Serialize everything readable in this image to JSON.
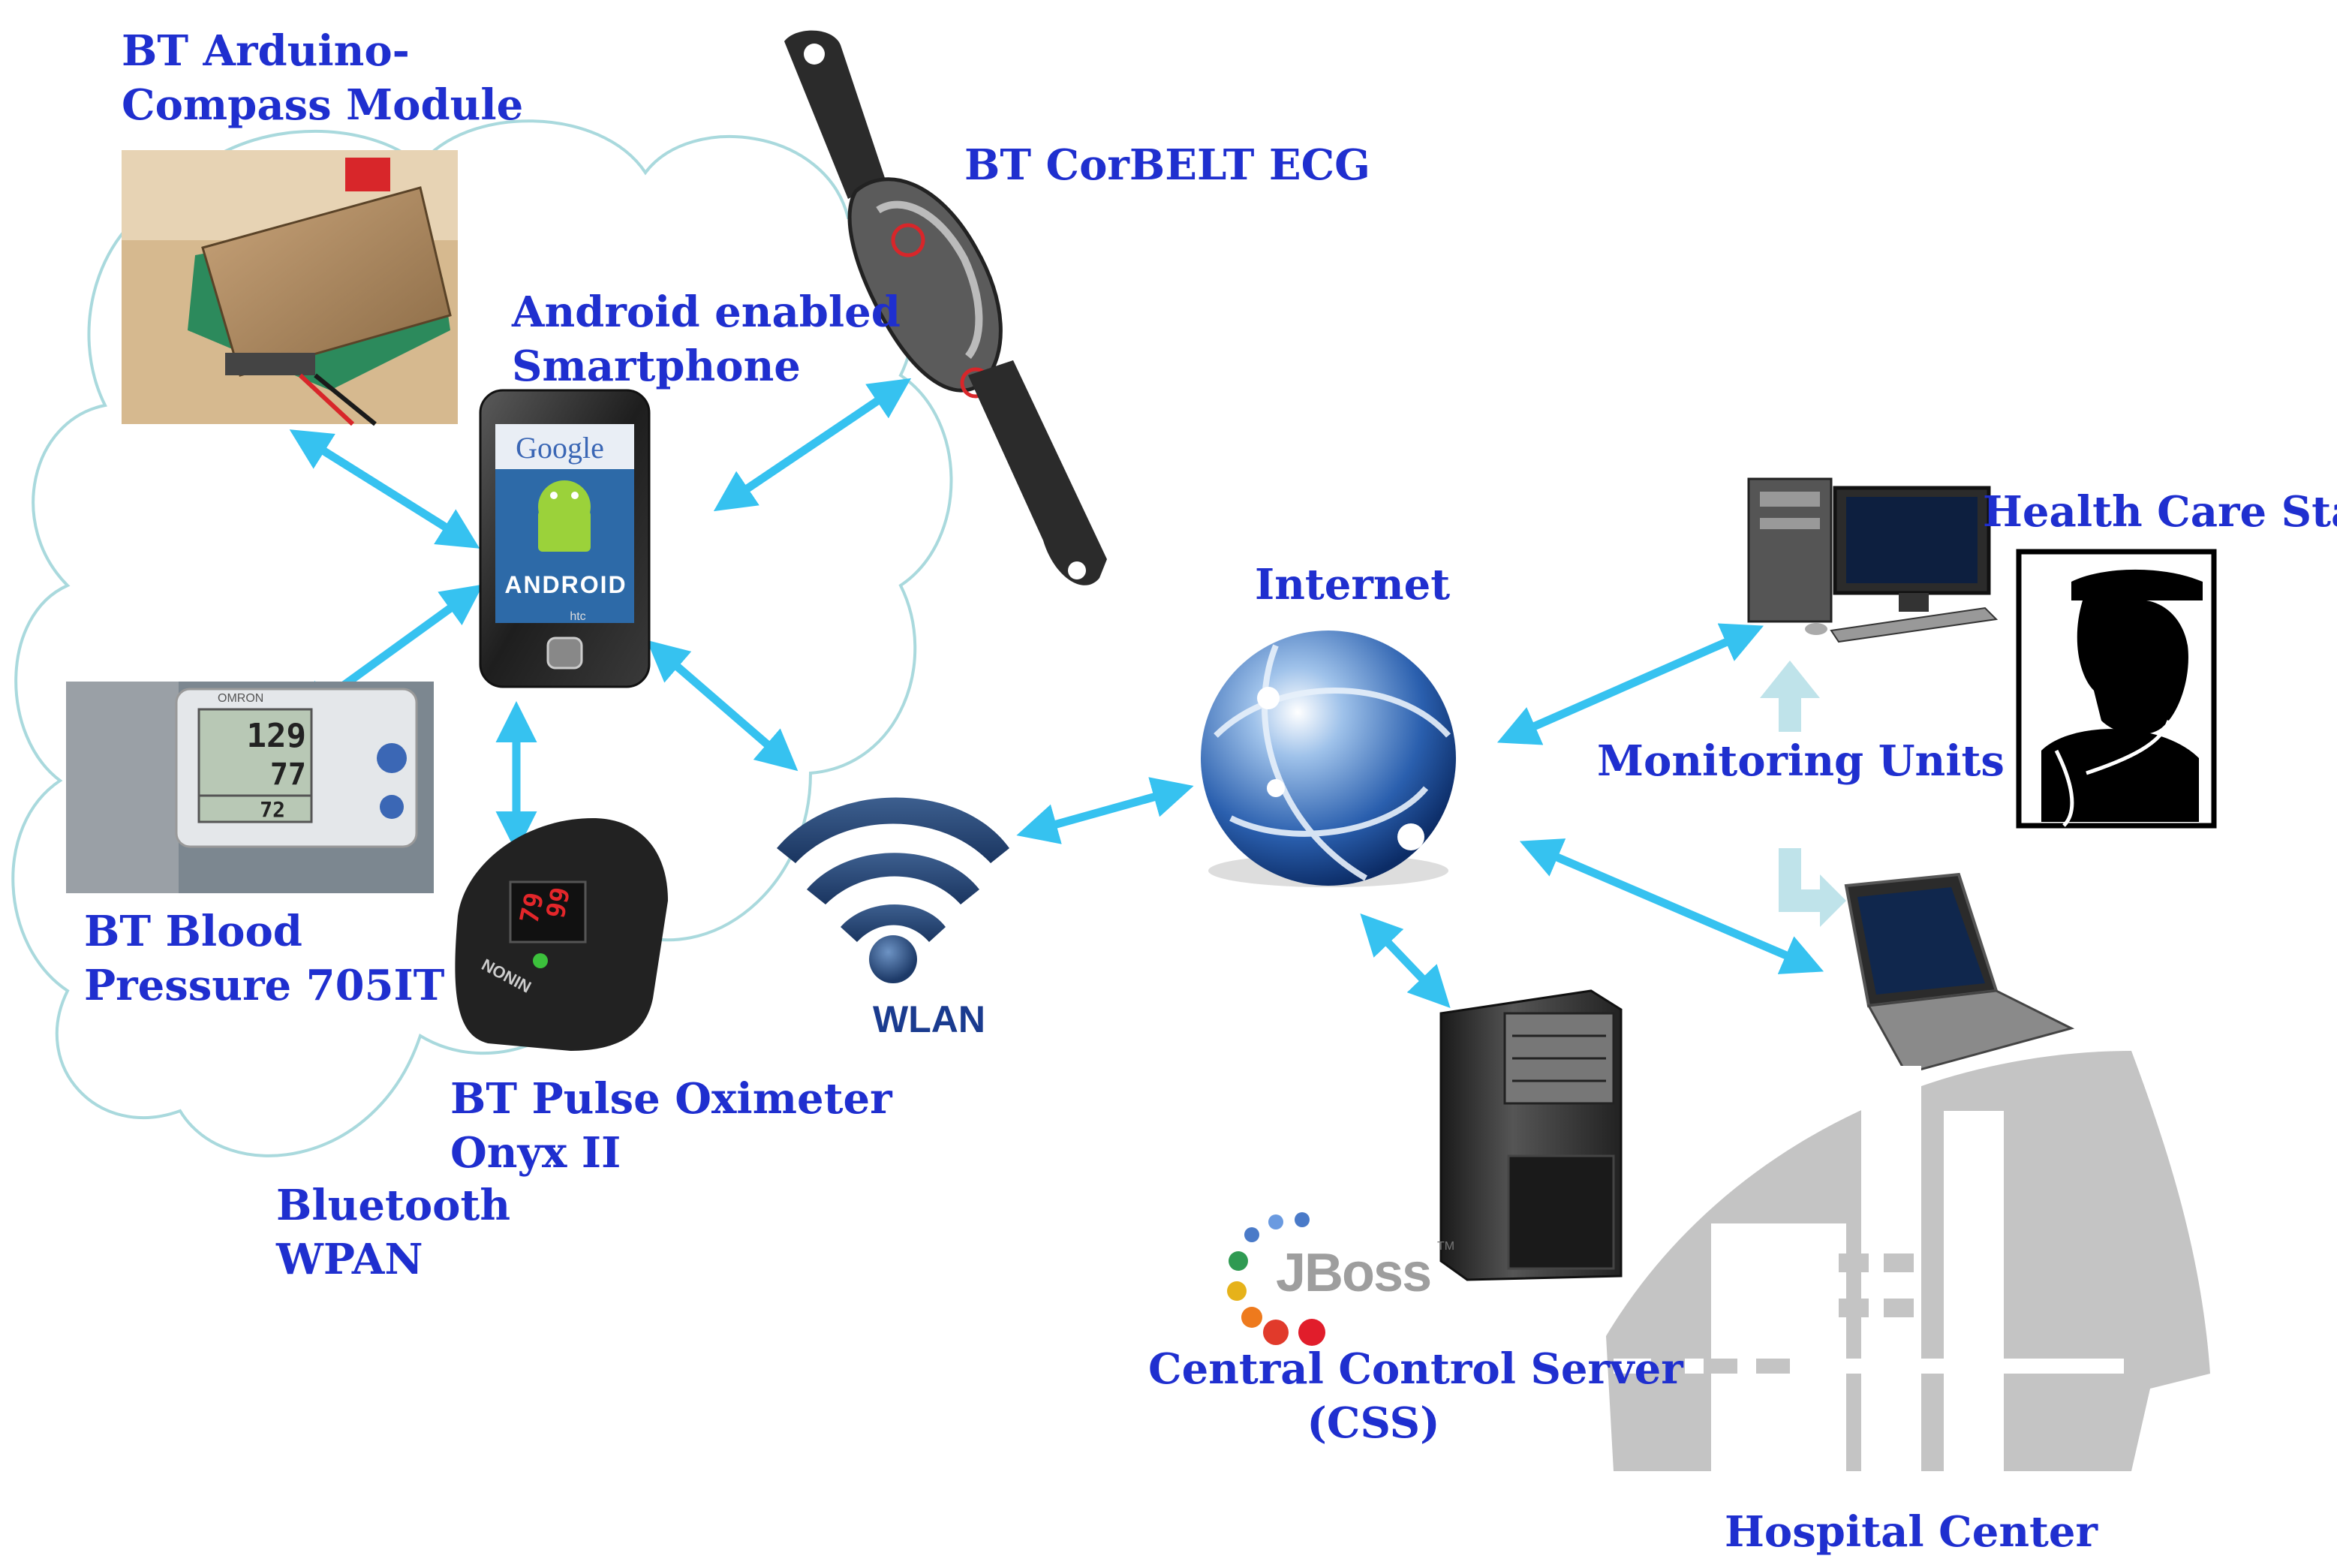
{
  "labels": {
    "arduino": [
      "BT Arduino-",
      "Compass Module"
    ],
    "ecg": "BT CorBELT ECG",
    "smartphone": [
      "Android enabled",
      "Smartphone"
    ],
    "blood_pressure": [
      "BT Blood",
      "Pressure 705IT"
    ],
    "oximeter": [
      "BT Pulse Oximeter",
      "Onyx II"
    ],
    "wpan": [
      "Bluetooth",
      "WPAN"
    ],
    "wlan": "WLAN",
    "internet": "Internet",
    "monitoring": "Monitoring Units",
    "staff": "Health Care Staff",
    "server": [
      "Central Control Server",
      "(CSS)"
    ],
    "hospital": "Hospital Center"
  },
  "device_text": {
    "google": "Google",
    "android": "ANDROID",
    "htc": "htc",
    "bp_sys": "129",
    "bp_dia": "77",
    "bp_pulse": "72",
    "bp_brand": "OMRON",
    "oxi_brand": "NONIN",
    "oxi_spo2": "99",
    "oxi_pulse": "79",
    "jboss": "JBoss",
    "tm": "TM"
  },
  "colors": {
    "label_blue": "#1f2fcf",
    "arrow_cyan": "#36c2f0",
    "cloud_outline": "#a9d9dd",
    "building_gray": "#c4c4c4"
  }
}
